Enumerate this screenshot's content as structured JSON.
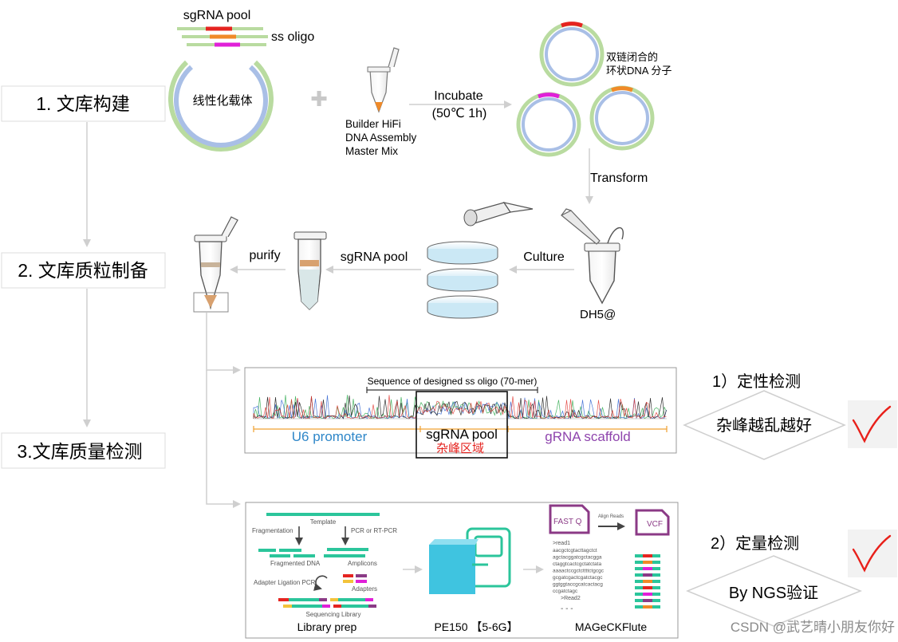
{
  "steps": {
    "step1": "1. 文库构建",
    "step2": "2. 文库质粒制备",
    "step3": "3.文库质量检测"
  },
  "construct": {
    "sgrna_pool_label": "sgRNA pool",
    "ss_oligo_label": "ss oligo",
    "linear_vector_label": "线性化载体",
    "plus_symbol": "✚",
    "master_mix_line1": "Builder HiFi",
    "master_mix_line2": "DNA Assembly",
    "master_mix_line3": "Master Mix",
    "incubate_label": "Incubate",
    "incubate_condition": "(50℃ 1h)",
    "circular_dna_line1": "双链闭合的",
    "circular_dna_line2": "环状DNA 分子",
    "transform_label": "Transform"
  },
  "prep": {
    "culture_label": "Culture",
    "strain_label": "DH5@",
    "sgrna_pool_label": "sgRNA pool",
    "purify_label": "purify"
  },
  "qc": {
    "chromatogram_title": "Sequence of designed ss oligo (70-mer)",
    "u6_label": "U6 promoter",
    "sgrna_label": "sgRNA pool",
    "peak_region_label": "杂峰区域",
    "scaffold_label": "gRNA scaffold",
    "qualitative_title": "1）定性检测",
    "qualitative_criterion": "杂峰越乱越好",
    "quantitative_title": "2）定量检测",
    "quantitative_criterion": "By NGS验证",
    "checkmark_glyph": "✓"
  },
  "ngs": {
    "template_label": "Template",
    "fragmentation_label": "Fragmentation",
    "pcr_label": "PCR or RT-PCR",
    "fragmented_dna_label": "Fragmented DNA",
    "amplicons_label": "Amplicons",
    "adapter_ligation_label": "Adapter Ligation PCR",
    "adapters_label": "Adapters",
    "sequencing_library_label": "Sequencing Library",
    "library_prep_label": "Library prep",
    "sequencer_label": "PE150 【5-6G】",
    "fastq_label": "FAST Q",
    "align_label": "Align Reads",
    "vcf_label": "VCF",
    "read1_label": ">read1",
    "read_lines": [
      "aacgctcgtacttagctct",
      "agctacggatcgctacgga",
      "ctaggtcactcgctatctata",
      "aaaactccgctcttttctgcgc",
      "gcgatcgactcgatctacgc",
      "ggtggtaccgcatcactacg",
      "ccgatctagc"
    ],
    "read2_label": ">Read2",
    "ellipsis": "- - -",
    "tool_label": "MAGeCKFlute"
  },
  "watermark": "CSDN @武艺晴小朋友你好",
  "colors": {
    "red": "#e52420",
    "orange": "#f08a28",
    "magenta": "#e020d8",
    "green_strand": "#b9dba0",
    "blue_strand": "#a9bfe6",
    "teal": "#2bc59b",
    "sequencer": "#3fc4e0",
    "purple": "#8b3a86",
    "u6_blue": "#2e86c8",
    "scaffold_purple": "#8e44ad",
    "check_red": "#e8201a",
    "arrow_gray": "#cfcfcf"
  }
}
